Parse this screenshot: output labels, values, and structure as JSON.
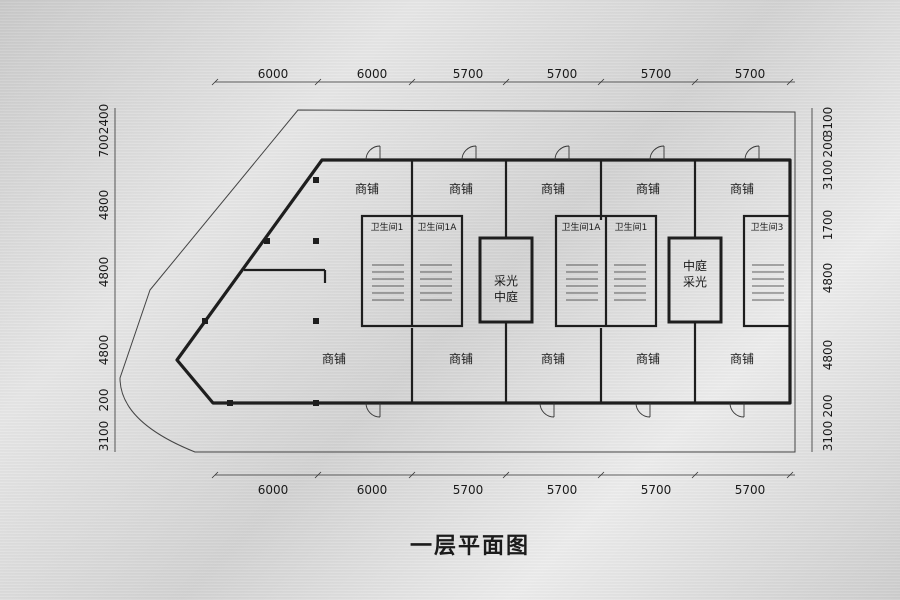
{
  "plan": {
    "title": "一层平面图",
    "top_dims": [
      "6000",
      "6000",
      "5700",
      "5700",
      "5700",
      "5700"
    ],
    "bottom_dims": [
      "6000",
      "6000",
      "5700",
      "5700",
      "5700",
      "5700"
    ],
    "left_dims": [
      "700",
      "2400",
      "4800",
      "4800",
      "4800",
      "200",
      "3100"
    ],
    "right_dims": [
      "3100",
      "200",
      "3100",
      "1700",
      "4800",
      "4800",
      "200",
      "3100"
    ],
    "shop_label": "商铺",
    "toilets": [
      "卫生间1",
      "卫生间1A",
      "卫生间1A",
      "卫生间1",
      "卫生间3"
    ],
    "courtyard_1": [
      "采光",
      "中庭"
    ],
    "courtyard_2": [
      "中庭",
      "采光"
    ],
    "colors": {
      "wall": "#1e1e1e",
      "line": "#333333",
      "background": "#dcdcdc"
    }
  }
}
